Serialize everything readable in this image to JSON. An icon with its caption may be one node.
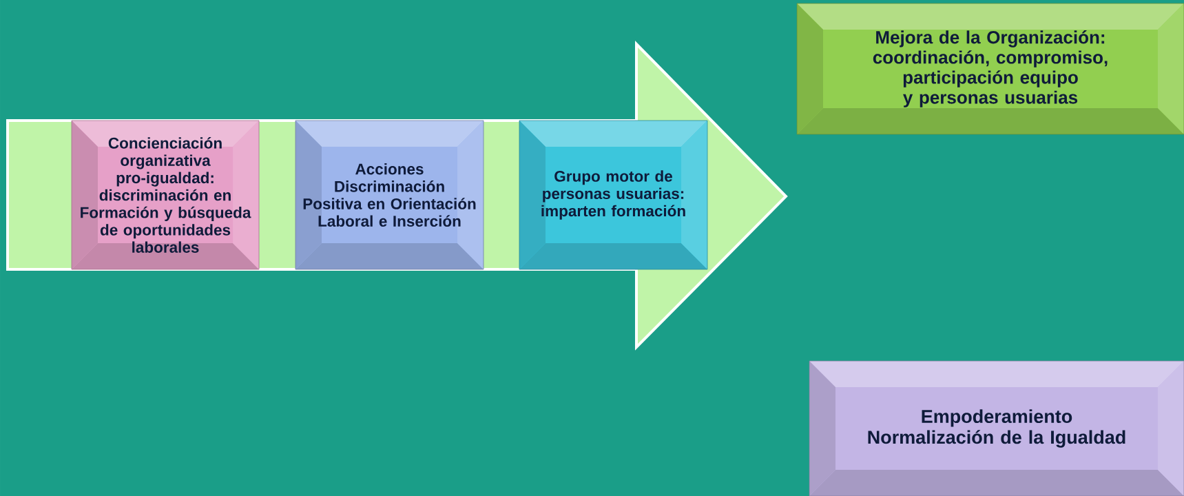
{
  "diagram": {
    "nodes": [
      {
        "text": [],
        "shape": "arrow"
      },
      {
        "text": [
          "Concienciación organizativa pro-igualdad: discriminación en Formación y búsqueda de oportunidades laborales"
        ],
        "in": 0
      },
      {
        "text": [
          "Acciones Discriminación Positiva en Orientación Laboral e Inserción"
        ],
        "in": 0
      },
      {
        "text": [
          "Grupo motor de personas usuarias: imparten formación"
        ],
        "in": 0
      },
      {
        "text": [
          "Mejora de la Organización: coordinación, compromiso, participación equipo y personas usuarias"
        ]
      },
      {
        "text": [
          "Empoderamiento",
          "Normalización de la Igualdad"
        ]
      }
    ]
  }
}
